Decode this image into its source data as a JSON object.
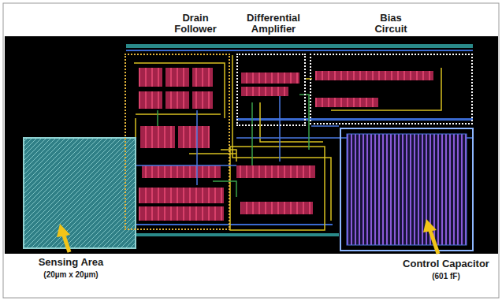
{
  "diagram": {
    "nodes": [
      {
        "text": [
          "Drain Follower"
        ]
      },
      {
        "text": [
          "Differential Amplifier"
        ]
      },
      {
        "text": [
          "Bias Circuit"
        ]
      }
    ],
    "labels": [
      "Sensing Area",
      "(20µm x 20µm)",
      "Control Capacitor",
      "(601 fF)"
    ]
  }
}
